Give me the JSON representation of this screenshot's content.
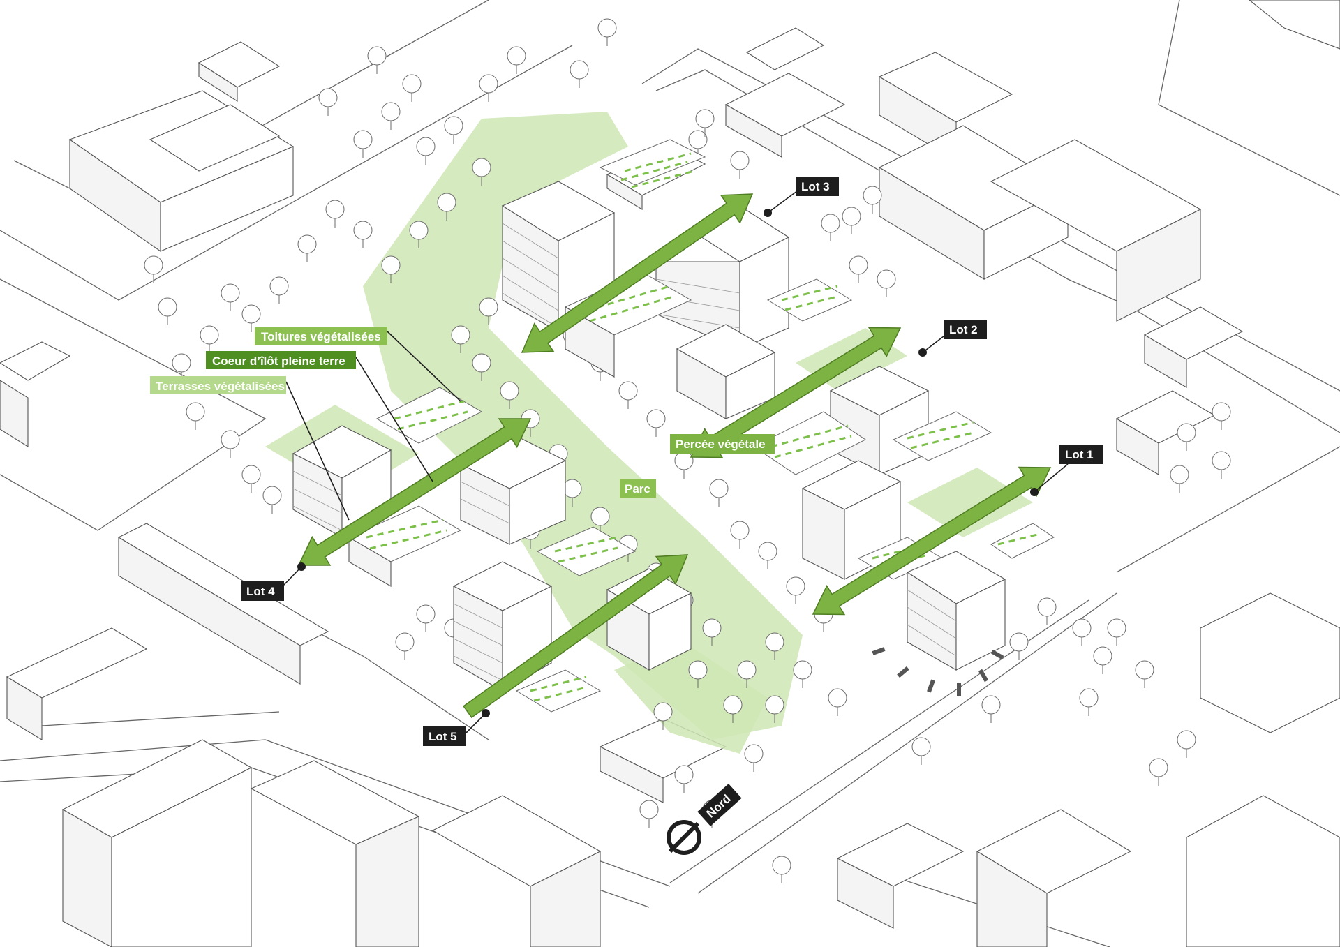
{
  "legend": {
    "toitures": "Toitures végétalisées",
    "coeur": "Coeur d’îlôt pleine terre",
    "terrasses": "Terrasses végétalisées"
  },
  "labels": {
    "lot1": "Lot 1",
    "lot2": "Lot 2",
    "lot3": "Lot 3",
    "lot4": "Lot 4",
    "lot5": "Lot 5",
    "percee": "Percée végétale",
    "parc": "Parc",
    "nord": "Nord"
  },
  "colors": {
    "arrow_green": "#7cb342",
    "legend_dark_green": "#4f8f22",
    "legend_mid_green": "#8cc152",
    "legend_light_green": "#b4d98c",
    "park_green": "#cfe6b4",
    "label_black": "#1e1e1e"
  }
}
